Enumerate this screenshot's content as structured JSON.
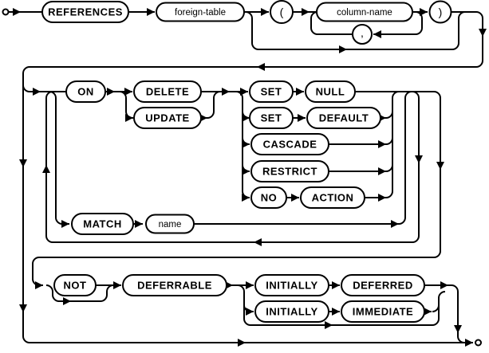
{
  "diagram": {
    "kind": "railroad-syntax-diagram",
    "nodes": {
      "references": "REFERENCES",
      "foreign_table": "foreign-table",
      "open_paren": "(",
      "column_name": "column-name",
      "comma": ",",
      "close_paren": ")",
      "on": "ON",
      "delete": "DELETE",
      "update": "UPDATE",
      "set1": "SET",
      "null": "NULL",
      "set2": "SET",
      "default": "DEFAULT",
      "cascade": "CASCADE",
      "restrict": "RESTRICT",
      "no": "NO",
      "action": "ACTION",
      "match": "MATCH",
      "name": "name",
      "not": "NOT",
      "deferrable": "DEFERRABLE",
      "initially1": "INITIALLY",
      "deferred": "DEFERRED",
      "initially2": "INITIALLY",
      "immediate": "IMMEDIATE"
    },
    "colors": {
      "line": "#000000",
      "background": "#ffffff"
    }
  }
}
